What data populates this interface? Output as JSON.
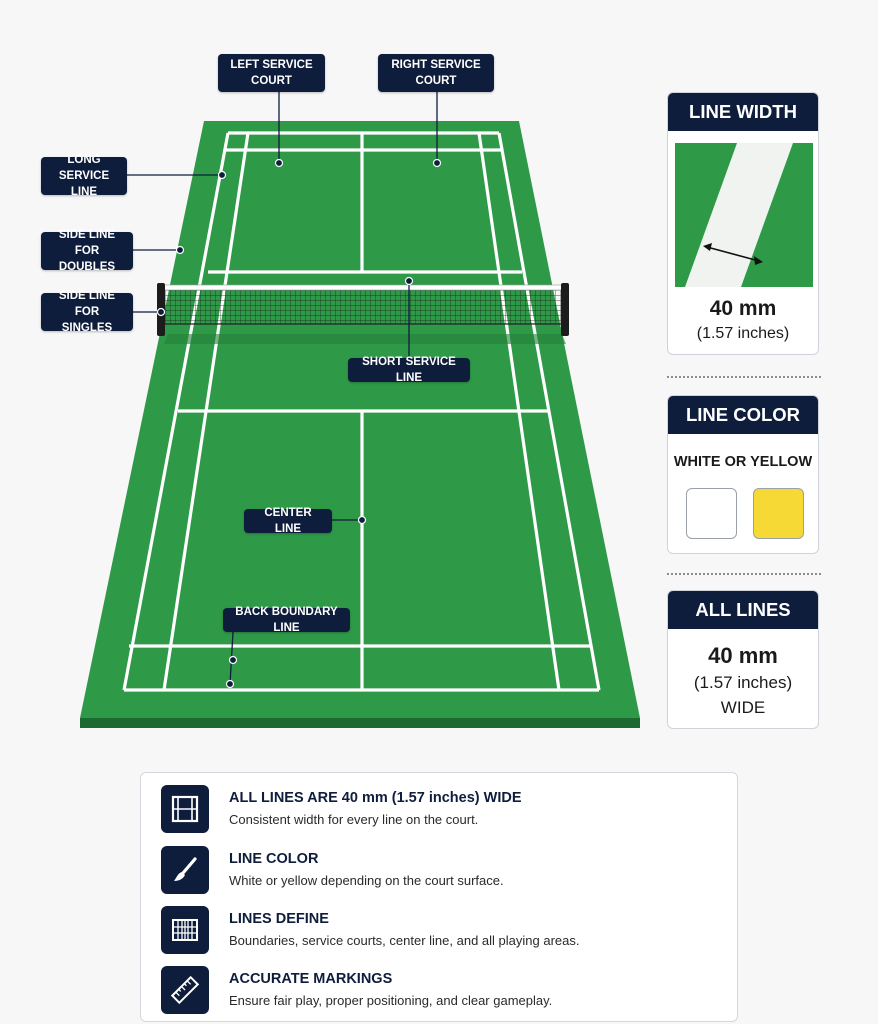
{
  "court_labels": {
    "left_service_court": "LEFT SERVICE\nCOURT",
    "right_service_court": "RIGHT SERVICE\nCOURT",
    "long_service_line": "LONG\nSERVICE LINE",
    "side_line_doubles": "SIDE LINE FOR\nDOUBLES",
    "side_line_singles": "SIDE LINE FOR\nSINGLES",
    "short_service_line": "SHORT SERVICE LINE",
    "center_line": "CENTER LINE",
    "back_boundary_line": "BACK BOUNDARY LINE"
  },
  "line_width_card": {
    "title": "LINE WIDTH",
    "value": "40 mm",
    "sub": "(1.57 inches)"
  },
  "line_color_card": {
    "title": "LINE COLOR",
    "subtitle": "WHITE OR YELLOW",
    "colors": [
      "#ffffff",
      "#f6d935"
    ]
  },
  "all_lines_card": {
    "title": "ALL LINES",
    "value": "40 mm",
    "sub": "(1.57 inches)",
    "sub2": "WIDE"
  },
  "info_rows": [
    {
      "title": "ALL LINES ARE 40 mm (1.57 inches) WIDE",
      "desc": "Consistent width for every line on the court.",
      "icon": "court-outline-icon"
    },
    {
      "title": "LINE COLOR",
      "desc": "White or yellow depending on the court surface.",
      "icon": "paintbrush-icon"
    },
    {
      "title": "LINES DEFINE",
      "desc": "Boundaries, service courts, center line, and all playing areas.",
      "icon": "court-grid-icon"
    },
    {
      "title": "ACCURATE MARKINGS",
      "desc": "Ensure fair play, proper positioning, and clear gameplay.",
      "icon": "ruler-icon"
    }
  ],
  "colors": {
    "navy": "#0f1d3d",
    "court_green": "#2e9a48",
    "line_white": "#ffffff",
    "line_yellow": "#f6d935"
  }
}
